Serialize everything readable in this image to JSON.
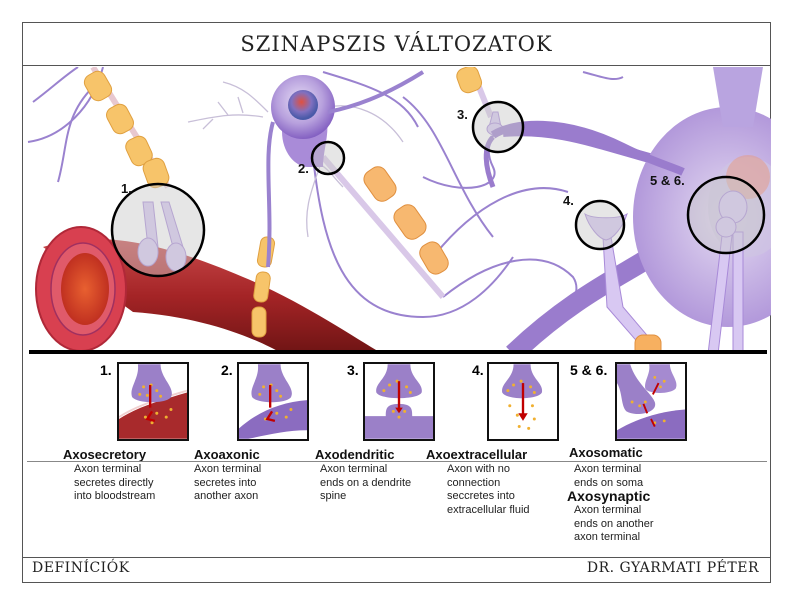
{
  "header": {
    "title": "Szinapszis változatok"
  },
  "illustration": {
    "callouts": [
      {
        "id": "1",
        "label": "1."
      },
      {
        "id": "2",
        "label": "2."
      },
      {
        "id": "3",
        "label": "3."
      },
      {
        "id": "4",
        "label": "4."
      },
      {
        "id": "5-6",
        "label": "5 & 6."
      }
    ]
  },
  "panels": [
    {
      "number": "1.",
      "term": "Axosecretory",
      "description": [
        "Axon terminal",
        "secretes directly",
        "into bloodstream"
      ]
    },
    {
      "number": "2.",
      "term": "Axoaxonic",
      "description": [
        "Axon terminal",
        "secretes into",
        "another axon"
      ]
    },
    {
      "number": "3.",
      "term": "Axodendritic",
      "description": [
        "Axon terminal",
        "ends on a dendrite",
        "spine"
      ]
    },
    {
      "number": "4.",
      "term": "Axoextracellular",
      "description": [
        "Axon with no",
        "connection",
        "seccretes into",
        "extracellular fluid"
      ]
    },
    {
      "number": "5 & 6.",
      "term": "Axosomatic",
      "description": [
        "Axon terminal",
        "ends on soma"
      ],
      "term2": "Axosynaptic",
      "description2": [
        "Axon terminal",
        "ends on another",
        "axon terminal"
      ]
    }
  ],
  "footer": {
    "left": "Definíciók",
    "right": "Dr. Gyarmati Péter"
  },
  "colors": {
    "neuron": "#9b7fd0",
    "myelin": "#f5b860",
    "vessel": "#a8282a",
    "vesicle": "#f0b030",
    "arrow": "#c00000"
  }
}
